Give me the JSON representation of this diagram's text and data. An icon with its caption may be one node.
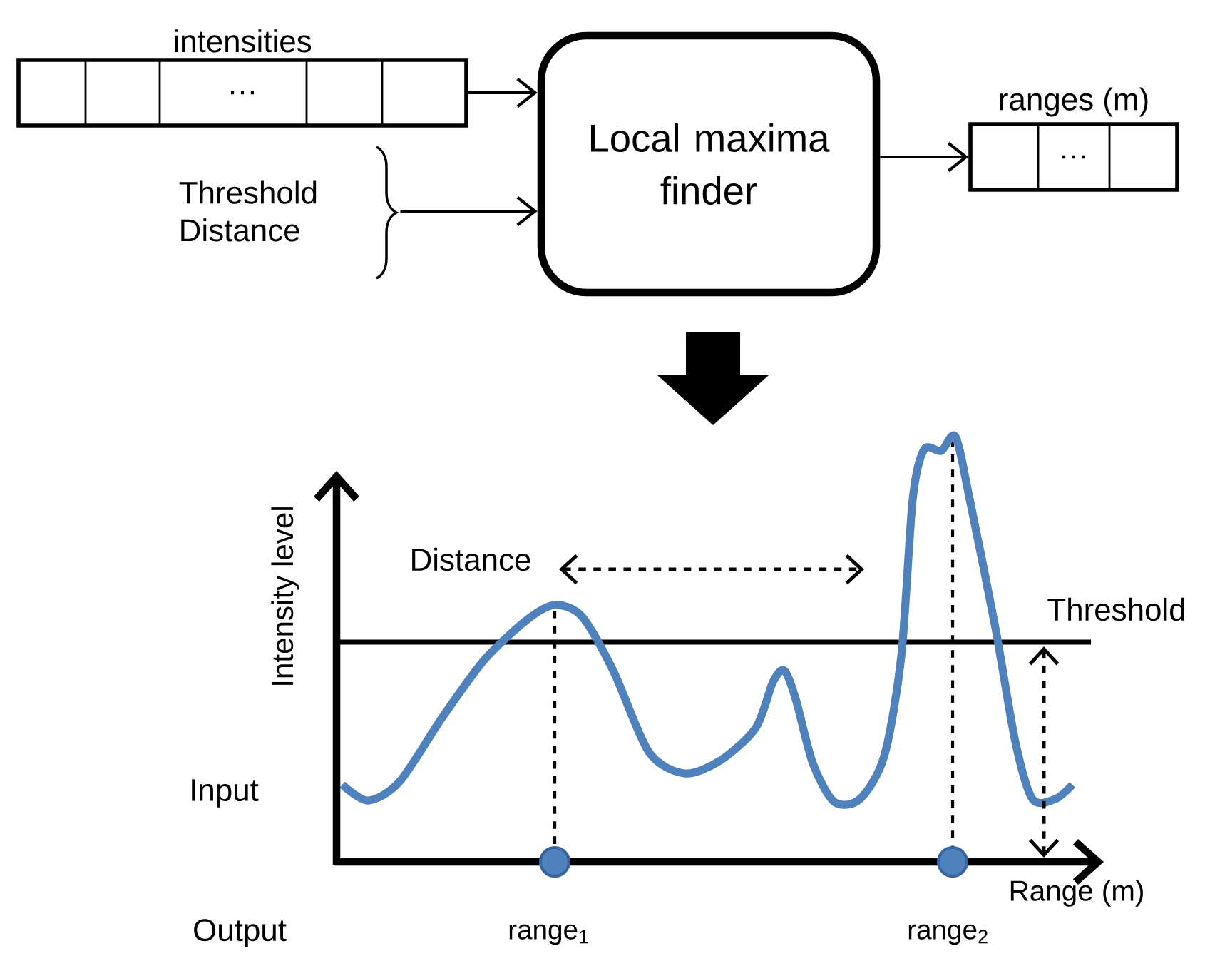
{
  "diagram": {
    "nodes": [
      {
        "text": [
          "intensities",
          "…"
        ]
      },
      {
        "text": [
          "Threshold Distance"
        ]
      },
      {
        "text": [
          "Local maxima finder"
        ]
      },
      {
        "text": [
          "ranges (m)",
          "…"
        ]
      }
    ],
    "edges": [
      {
        "from": 0,
        "to": 2,
        "arrow": "to"
      },
      {
        "from": 1,
        "to": 2,
        "arrow": "to"
      },
      {
        "from": 2,
        "to": 3,
        "arrow": "to"
      }
    ],
    "labels": [
      "Intensity level",
      "Distance",
      "Threshold",
      "Input",
      "Range (m)",
      "Output",
      "range$_{1}$",
      "range$_{2}$"
    ]
  }
}
